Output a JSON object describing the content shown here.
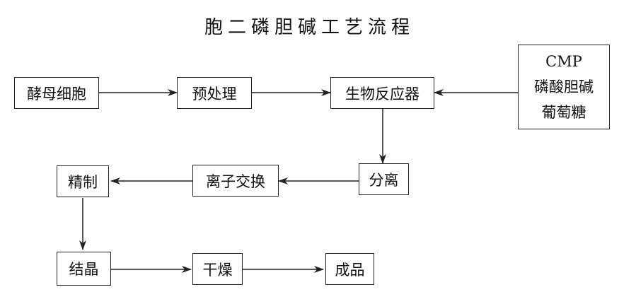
{
  "title": "胞二磷胆碱工艺流程",
  "nodes": {
    "yeast": "酵母细胞",
    "pretreatment": "预处理",
    "bioreactor": "生物反应器",
    "inputs": [
      "CMP",
      "磷酸胆碱",
      "葡萄糖"
    ],
    "separation": "分离",
    "ion_exchange": "离子交换",
    "refining": "精制",
    "crystallization": "结晶",
    "drying": "干燥",
    "product": "成品"
  },
  "colors": {
    "line": "#222222",
    "text": "#111111",
    "background": "#ffffff"
  }
}
